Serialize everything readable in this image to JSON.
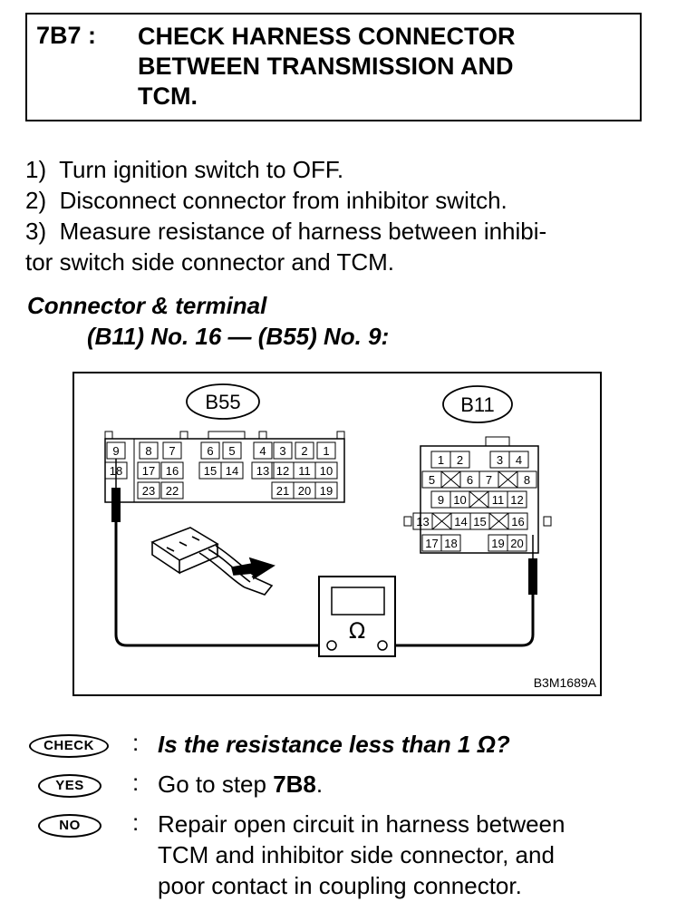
{
  "header": {
    "step_id": "7B7 :",
    "title": "CHECK HARNESS CONNECTOR\nBETWEEN TRANSMISSION AND\nTCM."
  },
  "instructions": [
    "1)  Turn ignition switch to OFF.",
    "2)  Disconnect connector from inhibitor switch.",
    "3)  Measure resistance of harness between inhibi-",
    "tor switch side connector and TCM."
  ],
  "connector": {
    "heading": "Connector & terminal",
    "detail": "(B11) No. 16 — (B55) No. 9:"
  },
  "diagram": {
    "b55_label": "B55",
    "b11_label": "B11",
    "figure_code": "B3M1689A",
    "ohm_symbol": "Ω",
    "b55_row1": [
      "9",
      "8",
      "7",
      "6",
      "5",
      "4",
      "3",
      "2",
      "1"
    ],
    "b55_row2": [
      "18",
      "17",
      "16",
      "15",
      "14",
      "13",
      "12",
      "11",
      "10"
    ],
    "b55_row3": [
      "23",
      "22",
      "21",
      "20",
      "19"
    ],
    "b11_row1": [
      "1",
      "2",
      "3",
      "4"
    ],
    "b11_row2": [
      "5",
      "6",
      "7",
      "8"
    ],
    "b11_row3": [
      "9",
      "10",
      "11",
      "12"
    ],
    "b11_row4": [
      "13",
      "14",
      "15",
      "16"
    ],
    "b11_row5": [
      "17",
      "18",
      "19",
      "20"
    ]
  },
  "answers": {
    "check_badge": "CHECK",
    "check_text": "Is the resistance less than 1 Ω?",
    "yes_badge": "YES",
    "yes_prefix": "Go to step ",
    "yes_step": "7B8",
    "yes_suffix": ".",
    "no_badge": "NO",
    "no_text": "Repair open circuit in harness between\nTCM and inhibitor side connector, and\npoor contact in coupling connector.",
    "colon": ":"
  }
}
